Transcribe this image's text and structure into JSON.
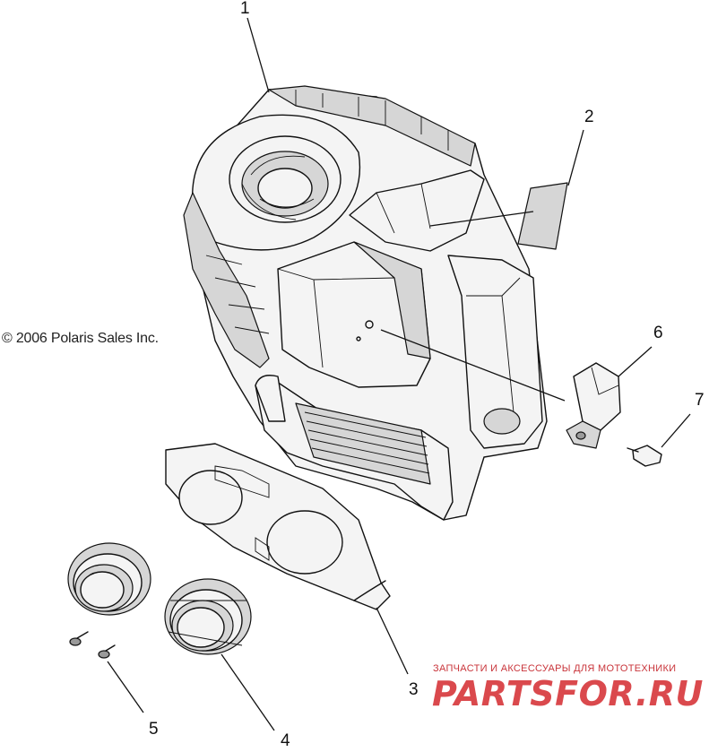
{
  "copyright": "© 2006 Polaris Sales Inc.",
  "callouts": {
    "c1": "1",
    "c2": "2",
    "c3": "3",
    "c4": "4",
    "c5": "5",
    "c6": "6",
    "c7": "7"
  },
  "watermark": {
    "tagline": "ЗАПЧАСТИ И АКСЕССУАРЫ ДЛЯ МОТОТЕХНИКИ",
    "logo": "PARTSFOR.RU"
  }
}
